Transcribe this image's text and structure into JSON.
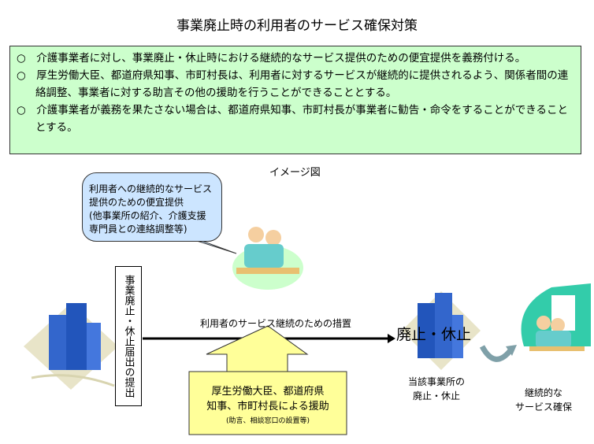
{
  "title": "事業廃止時の利用者のサービス確保対策",
  "summary": [
    "○　介護事業者に対し、事業廃止・休止時における継続的なサービス提供のための便宜提供を義務付ける。",
    "○　厚生労働大臣、都道府県知事、市町村長は、利用者に対するサービスが継続的に提供されるよう、関係者間の連絡調整、事業者に対する助言その他の援助を行うことができることとする。",
    "○　介護事業者が義務を果たさない場合は、都道府県知事、市町村長が事業者に勧告・命令をすることができることとする。"
  ],
  "image_label": "イメージ図",
  "bubble": {
    "line1": "利用者への継続的なサービス提供のための便宜提供",
    "line2": "(他事業所の紹介、介護支援専門員との連絡調整等)"
  },
  "vertical_box": "事業廃止・休止届出の提出",
  "arrow_label": "利用者のサービス継続のための措置",
  "big_label": "廃止・休止",
  "office_label": {
    "line1": "当該事業所の",
    "line2": "廃止・休止"
  },
  "continuation_label": {
    "line1": "継続的な",
    "line2": "サービス確保"
  },
  "aid": {
    "line1": "厚生労働大臣、都道府県",
    "line2": "知事、市町村長による援助",
    "sub": "(助言、相談窓口の設置等)"
  }
}
